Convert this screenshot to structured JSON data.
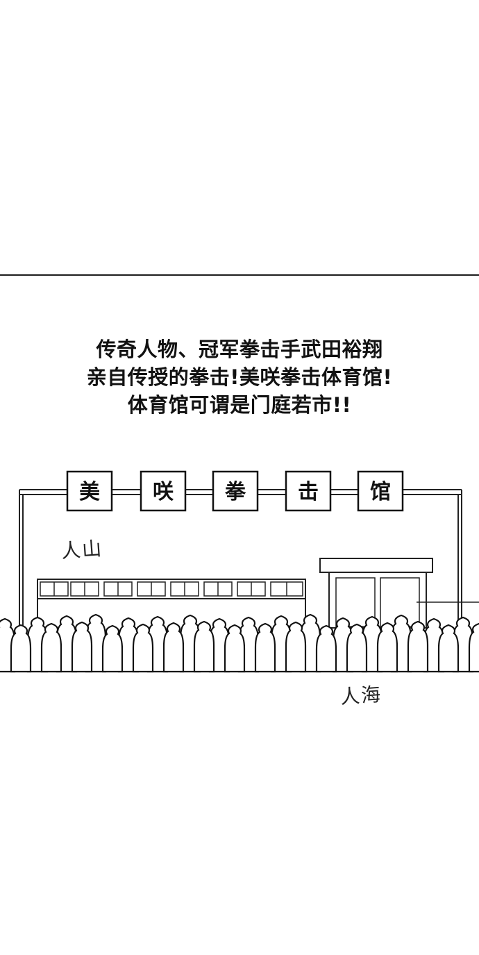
{
  "caption": {
    "lines": [
      "传奇人物、冠军拳击手武田裕翔",
      "亲自传授的拳击!美咲拳击体育馆!",
      "体育馆可谓是门庭若市!!"
    ]
  },
  "sign": {
    "characters": [
      "美",
      "咲",
      "拳",
      "击",
      "馆"
    ]
  },
  "notes": {
    "mountain": "人山",
    "sea": "人海"
  },
  "colors": {
    "ink": "#111111",
    "paper": "#ffffff"
  }
}
